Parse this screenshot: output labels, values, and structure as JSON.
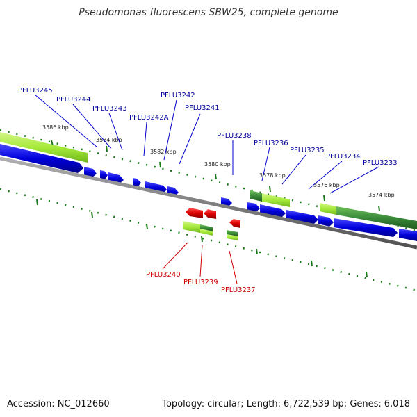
{
  "title": "Pseudomonas fluorescens SBW25, complete genome",
  "footer": {
    "accession_label": "Accession:",
    "accession": "NC_012660",
    "topology_label": "Topology:",
    "topology": "circular;",
    "length_label": "Length:",
    "length": "6,722,539 bp;",
    "genes_label": "Genes:",
    "genes": "6,018"
  },
  "colors": {
    "forward_gene": "#0000dd",
    "reverse_gene": "#dd0000",
    "forward_label": "#000099",
    "reverse_label": "#cc0000",
    "backbone": "#808080",
    "tick": "#1a7a1a",
    "feature_light": "#a6ea3a",
    "feature_dark": "#3a8a3a"
  },
  "scale": {
    "ticks": [
      "3586 kbp",
      "3584 kbp",
      "3582 kbp",
      "3580 kbp",
      "3578 kbp",
      "3576 kbp",
      "3574 kbp"
    ]
  },
  "genes_forward": [
    "PFLU3245",
    "PFLU3244",
    "PFLU3243",
    "PFLU3242A",
    "PFLU3242",
    "PFLU3241",
    "PFLU3238",
    "PFLU3236",
    "PFLU3235",
    "PFLU3234",
    "PFLU3233"
  ],
  "genes_reverse": [
    "PFLU3240",
    "PFLU3239",
    "PFLU3237"
  ]
}
